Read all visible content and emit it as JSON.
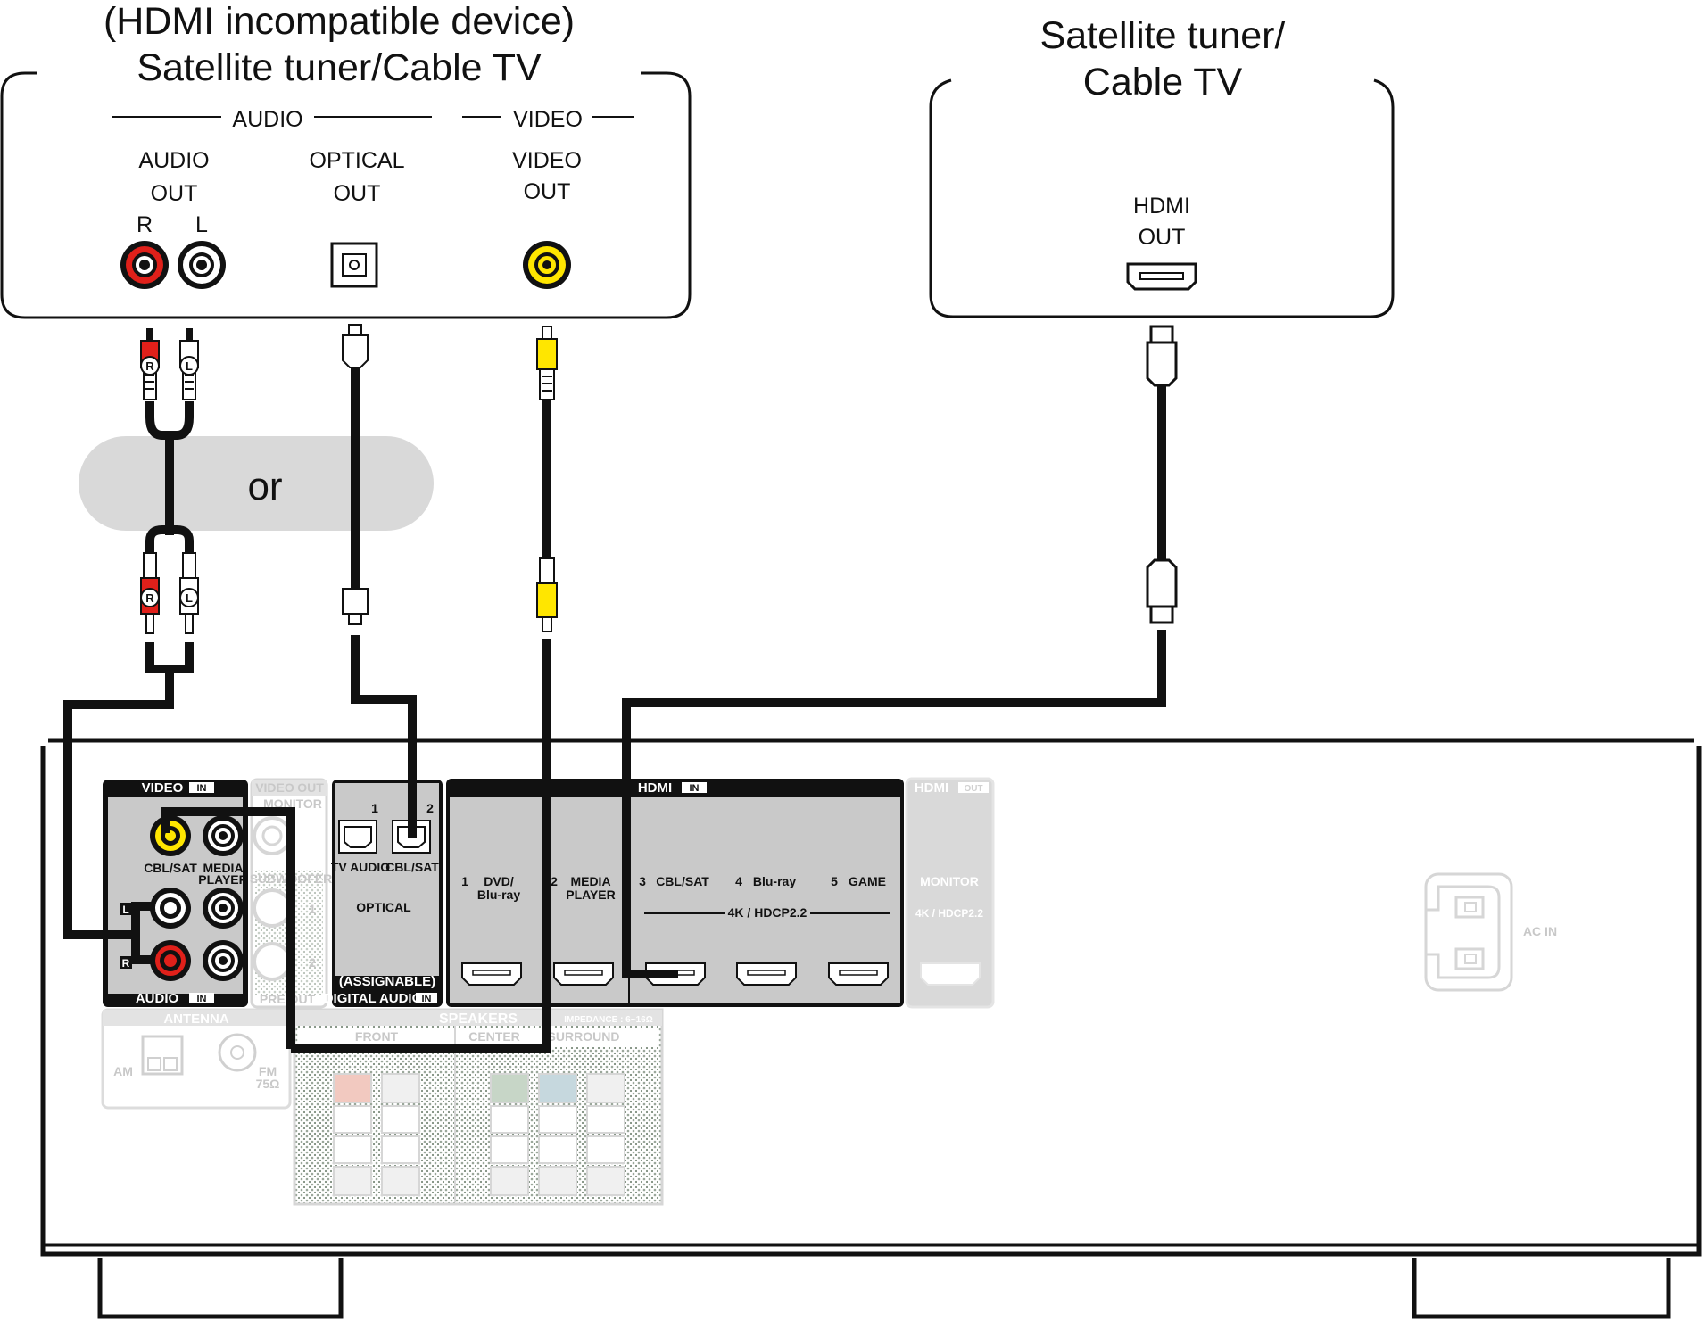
{
  "left_device": {
    "title_line1": "(HDMI incompatible device)",
    "title_line2": "Satellite tuner/Cable TV",
    "group_audio": "AUDIO",
    "group_video": "VIDEO",
    "audio_out_line1": "AUDIO",
    "audio_out_line2": "OUT",
    "r_label": "R",
    "l_label": "L",
    "optical_line1": "OPTICAL",
    "optical_line2": "OUT",
    "video_line1": "VIDEO",
    "video_line2": "OUT"
  },
  "right_device": {
    "title_line1": "Satellite tuner/",
    "title_line2": "Cable TV",
    "hdmi_line1": "HDMI",
    "hdmi_line2": "OUT"
  },
  "or_label": "or",
  "plug_r": "R",
  "plug_l": "L",
  "receiver": {
    "video_in_header": "VIDEO",
    "in_badge": "IN",
    "out_badge": "OUT",
    "cbl_sat": "CBL/SAT",
    "media_player_1": "MEDIA",
    "media_player_2": "PLAYER",
    "l_mark": "L",
    "r_mark": "R",
    "audio_in_footer": "AUDIO",
    "video_out_header": "VIDEO",
    "monitor_small": "MONITOR",
    "subwoofer": "SUBWOOFER",
    "pre_out": "PRE OUT",
    "sub_1": "1",
    "sub_2": "2",
    "opt_num_1": "1",
    "opt_num_2": "2",
    "tv_audio": "TV AUDIO",
    "opt_cbl_sat": "CBL/SAT",
    "optical": "OPTICAL",
    "assignable": "(ASSIGNABLE)",
    "digital_audio": "DIGITAL AUDIO",
    "hdmi_header": "HDMI",
    "hdmi_inputs": [
      {
        "num": "1",
        "name1": "DVD/",
        "name2": "Blu-ray"
      },
      {
        "num": "2",
        "name1": "MEDIA",
        "name2": "PLAYER"
      },
      {
        "num": "3",
        "name1": "CBL/SAT",
        "name2": ""
      },
      {
        "num": "4",
        "name1": "Blu-ray",
        "name2": ""
      },
      {
        "num": "5",
        "name1": "GAME",
        "name2": ""
      }
    ],
    "hdcp": "4K / HDCP2.2",
    "hdmi_out_header": "HDMI",
    "monitor": "MONITOR",
    "monitor_hdcp": "4K / HDCP2.2",
    "ac_in": "AC IN",
    "antenna": "ANTENNA",
    "am": "AM",
    "fm": "FM",
    "fm_ohm": "75Ω",
    "speakers": "SPEAKERS",
    "impedance": "IMPEDANCE : 6~16Ω",
    "front": "FRONT",
    "center": "CENTER",
    "surround": "SURROUND"
  },
  "colors": {
    "cable": "#111111",
    "red_jack": "#e0201a",
    "yellow_jack": "#ffe600",
    "panel_gray": "#c9c9c9",
    "or_pill": "#d9d9d9",
    "dim_text": "#c8c8c8"
  }
}
